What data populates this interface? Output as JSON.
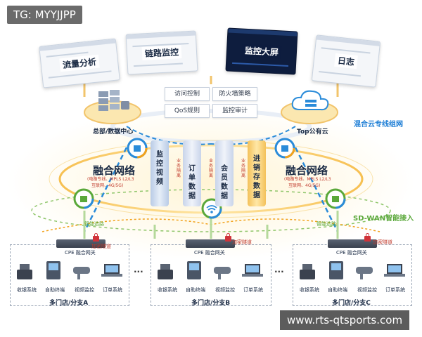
{
  "watermark": "TG: MYYJJPP",
  "url_banner": "www.rts-qtsports.com",
  "monitors": {
    "traffic": "流量分析",
    "link": "链路监控",
    "screen": "监控大屏",
    "log": "日志"
  },
  "policies": {
    "access": "访问控制",
    "firewall": "防火墙策略",
    "qos": "QoS规则",
    "audit": "监控审计"
  },
  "hubs": {
    "hq": "总部/数据中心",
    "cloud": "Top公有云"
  },
  "labels": {
    "hybrid": "混合云专线组网",
    "sdwan": "SD-WAN智能接入",
    "smart_left": "智能选路",
    "smart_right": "智能选路"
  },
  "fusion": {
    "title": "融合网络",
    "sub1": "(电路专线、MPLS L2/L3",
    "sub2": "互联网、4G/5G)"
  },
  "pillars": [
    {
      "text": "监控视频",
      "iso": ""
    },
    {
      "text": "订单数据",
      "iso": "业务隔离"
    },
    {
      "text": "会员数据",
      "iso": "业务隔离"
    },
    {
      "text": "进销存数据",
      "iso": "业务隔离"
    }
  ],
  "branches": [
    {
      "cpe": "CPE 融合网关",
      "enc": "加密隧道",
      "devices": [
        "收银系统",
        "自助终端",
        "视频监控",
        "订单系统"
      ],
      "name": "多门店/分支A"
    },
    {
      "cpe": "CPE 融合网关",
      "enc": "加密隧道",
      "devices": [
        "收银系统",
        "自助终端",
        "视频监控",
        "订单系统"
      ],
      "name": "多门店/分支B"
    },
    {
      "cpe": "CPE 融合网关",
      "enc": "加密隧道",
      "devices": [
        "收银系统",
        "自助终端",
        "视频监控",
        "订单系统"
      ],
      "name": "多门店/分支C"
    }
  ],
  "ellipsis": "···",
  "colors": {
    "accent": "#1f7fd6",
    "sdwan": "#5aa83a",
    "warning": "#f2a21c",
    "danger": "#d0333a"
  }
}
